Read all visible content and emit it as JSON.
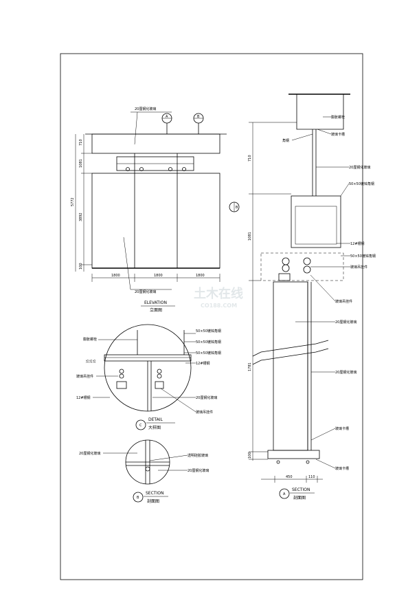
{
  "elevation": {
    "label_top": "20厘钢化玻璃",
    "label_bottom": "20厘钢化玻璃",
    "marker_a": "A",
    "marker_b": "B",
    "marker_b_right": "B",
    "dim_left": [
      "710",
      "1081",
      "3892",
      "100"
    ],
    "dim_total": "5772",
    "dim_bottom": [
      "1800",
      "1800",
      "1800"
    ],
    "title_en": "ELEVATION",
    "title_cn": "立面图"
  },
  "detail": {
    "labels_left": [
      "膨胀螺栓",
      "玻璃吊挂件",
      "12#槽钢"
    ],
    "labels_right": [
      "50×50镀锌角钢",
      "50×50镀锌角钢",
      "50×50镀锌角钢",
      "12#槽钢",
      "20厘钢化玻璃",
      "玻璃吊挂件"
    ],
    "dims": [
      "35",
      "35",
      "35"
    ],
    "marker": "C",
    "title_en": "DETAIL",
    "title_cn": "大样图"
  },
  "section_b": {
    "label_left": "20厘钢化玻璃",
    "label_right_top": "透明硅胶玻璃",
    "label_right_bottom": "20厘钢化玻璃",
    "marker": "B",
    "title_en": "SECTION",
    "title_cn": "剖面图"
  },
  "section_a": {
    "labels": [
      "膨胀螺栓",
      "玻璃卡槽",
      "角钢",
      "20厘钢化玻璃",
      "50×50镀锌角钢",
      "12#槽钢",
      "50×50镀锌角钢",
      "玻璃吊挂件",
      "玻璃吊挂件",
      "20厘钢化玻璃",
      "20厘钢化玻璃",
      "玻璃卡槽",
      "玻璃卡槽"
    ],
    "dim_left": [
      "710",
      "1081",
      "1781",
      "100"
    ],
    "dim_bottom": [
      "450",
      "110"
    ],
    "marker": "A",
    "title_en": "SECTION",
    "title_cn": "剖面图"
  },
  "watermark": {
    "main": "土木在线",
    "sub": "CO188.COM"
  }
}
